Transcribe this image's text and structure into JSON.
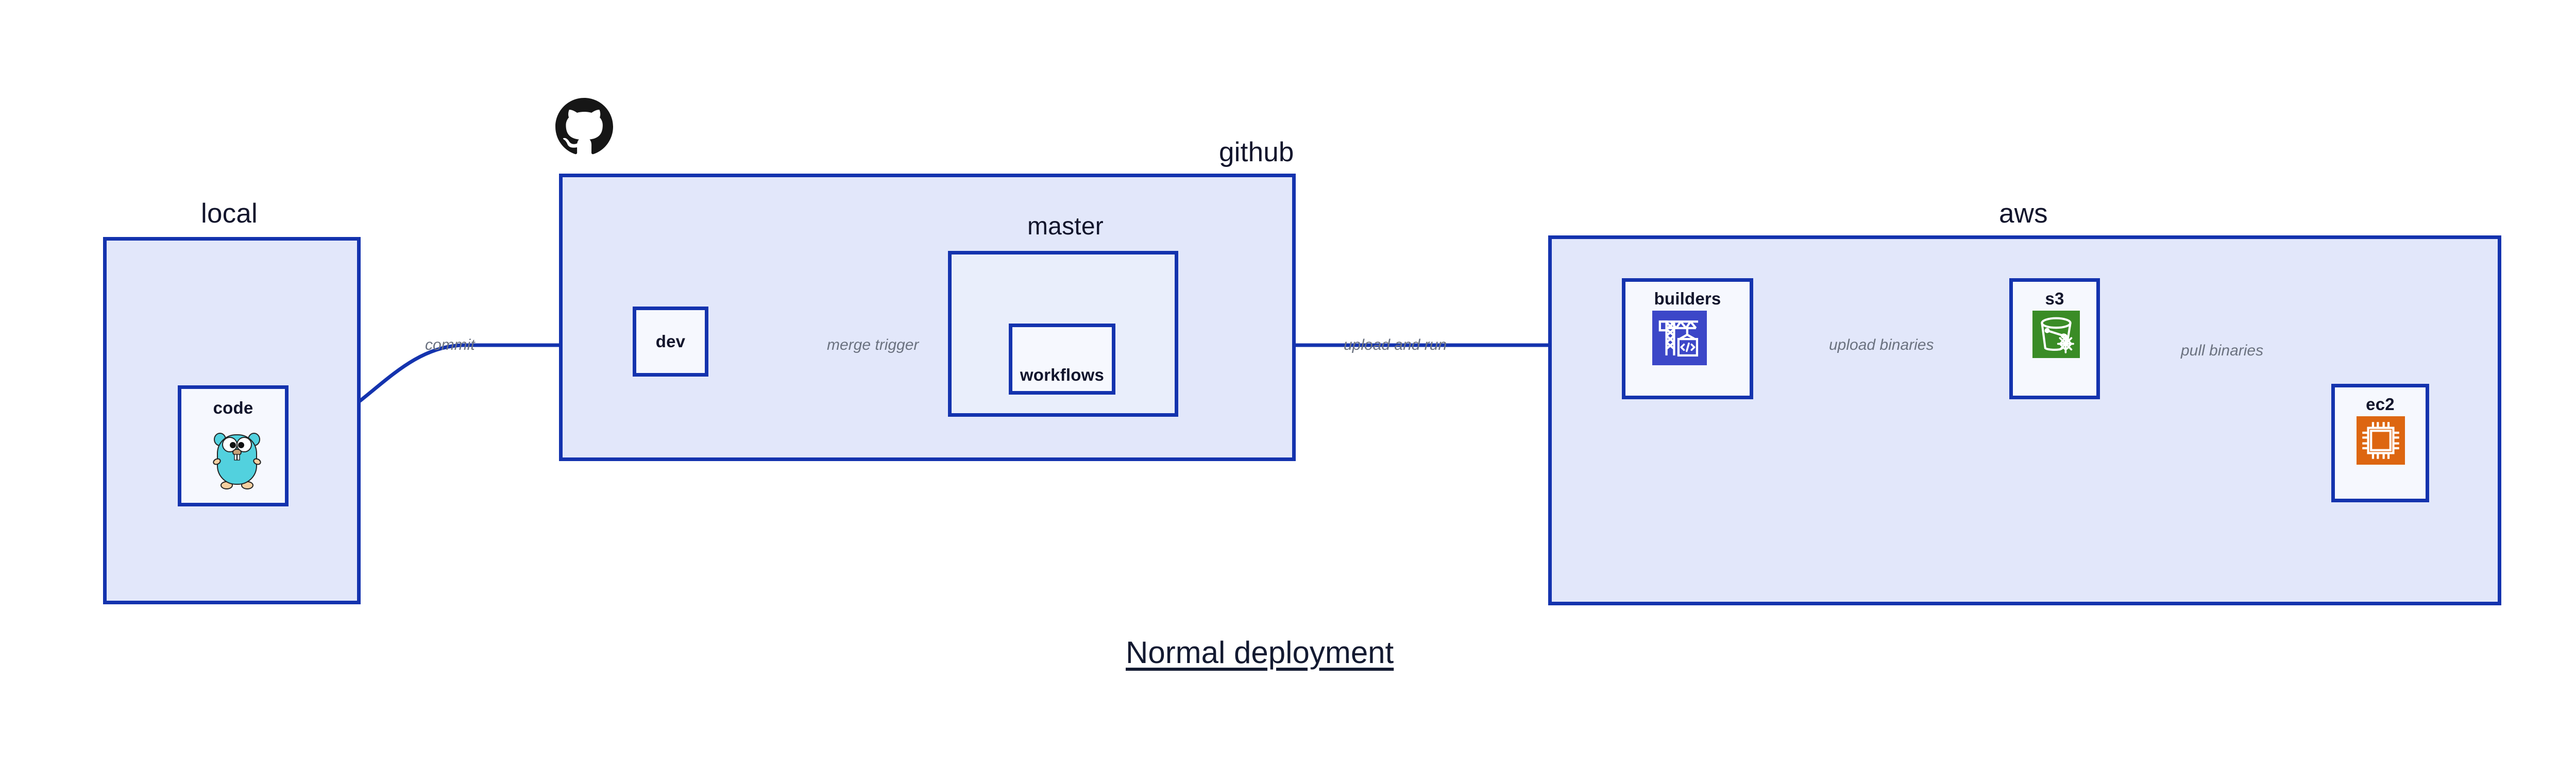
{
  "title": "Normal deployment",
  "colors": {
    "edge": "#1433ae",
    "group_fill": "#e2e7fa",
    "inner_fill": "#e9eefb",
    "node_fill": "#eaeffc",
    "label_text": "#12152c",
    "edge_label_text": "#6b7280",
    "aws_builders": "#3c47c8",
    "aws_s3": "#3a8c26",
    "aws_ec2": "#dd6611",
    "github_logo": "#161616",
    "gopher_body": "#52d1de"
  },
  "groups": {
    "local": {
      "label": "local"
    },
    "github": {
      "label": "github"
    },
    "master": {
      "label": "master"
    },
    "aws": {
      "label": "aws"
    }
  },
  "nodes": {
    "code": {
      "label": "code",
      "icon": "go-gopher-icon"
    },
    "dev": {
      "label": "dev"
    },
    "workflows": {
      "label": "workflows"
    },
    "builders": {
      "label": "builders",
      "icon": "aws-codebuild-crane-icon"
    },
    "s3": {
      "label": "s3",
      "icon": "aws-s3-glacier-bucket-icon"
    },
    "ec2": {
      "label": "ec2",
      "icon": "aws-ec2-chip-icon"
    }
  },
  "edges": [
    {
      "id": "commit",
      "label": "commit",
      "from": "code",
      "to": "dev"
    },
    {
      "id": "merge-trigger",
      "label": "merge trigger",
      "from": "dev",
      "to": "workflows"
    },
    {
      "id": "upload-and-run",
      "label": "upload and run",
      "from": "workflows",
      "to": "builders"
    },
    {
      "id": "upload-binaries",
      "label": "upload binaries",
      "from": "builders",
      "to": "s3"
    },
    {
      "id": "pull-binaries",
      "label": "pull binaries",
      "from": "s3",
      "to": "ec2"
    }
  ],
  "logos": {
    "github": "github-octocat-icon"
  }
}
